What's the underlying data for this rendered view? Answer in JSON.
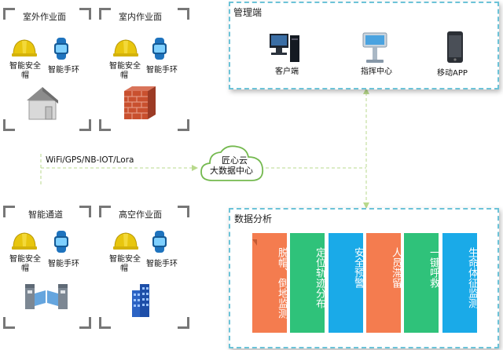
{
  "zones": {
    "outdoor": {
      "title": "室外作业面",
      "helmet": "智能安全帽",
      "band": "智能手环"
    },
    "indoor": {
      "title": "室内作业面",
      "helmet": "智能安全帽",
      "band": "智能手环"
    },
    "passage": {
      "title": "智能通道",
      "helmet": "智能安全帽",
      "band": "智能手环"
    },
    "highalt": {
      "title": "高空作业面",
      "helmet": "智能安全帽",
      "band": "智能手环"
    }
  },
  "connection_label": "WiFi/GPS/NB-IOT/Lora",
  "cloud": {
    "line1": "匠心云",
    "line2": "大数据中心"
  },
  "management": {
    "title": "管理端",
    "items": [
      {
        "label": "客户端",
        "icon": "desktop-pc-icon"
      },
      {
        "label": "指挥中心",
        "icon": "kiosk-terminal-icon"
      },
      {
        "label": "移动APP",
        "icon": "smartphone-icon"
      }
    ]
  },
  "analysis": {
    "title": "数据分析",
    "columns": [
      {
        "label": "脱帽、倒地监测",
        "color": "#f47c4f"
      },
      {
        "label": "定位轨迹分布",
        "color": "#2fc27a"
      },
      {
        "label": "安全预警",
        "color": "#1aaae8"
      },
      {
        "label": "人员滞留",
        "color": "#f47c4f"
      },
      {
        "label": "一键呼救",
        "color": "#2fc27a"
      },
      {
        "label": "生命体征监测",
        "color": "#1aaae8"
      }
    ]
  },
  "colors": {
    "panel_border": "#6cc3d8",
    "connector": "#b8d98c",
    "helmet": "#e8c60e",
    "band": "#1e73be"
  }
}
